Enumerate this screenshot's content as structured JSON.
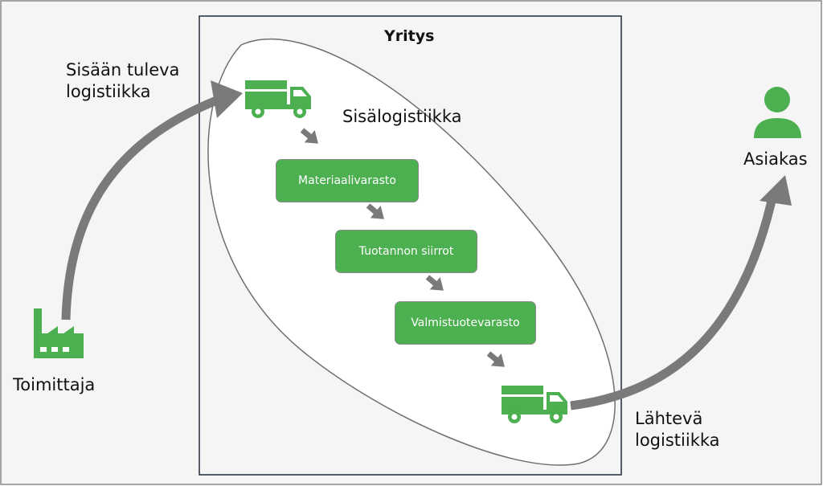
{
  "colors": {
    "background": "#f5f5f5",
    "border": "#888888",
    "company_border": "#1f2d3a",
    "green": "#4caf50",
    "arrow": "#7a7a7a"
  },
  "company": {
    "title": "Yritys"
  },
  "inbound": {
    "line1": "Sisään tuleva",
    "line2": "logistiikka"
  },
  "internal": {
    "label": "Sisälogistiikka"
  },
  "outbound": {
    "line1": "Lähtevä",
    "line2": "logistiikka"
  },
  "supplier": {
    "label": "Toimittaja",
    "icon": "factory-icon"
  },
  "customer": {
    "label": "Asiakas",
    "icon": "person-icon"
  },
  "trucks": {
    "icon": "truck-icon"
  },
  "steps": [
    "Materiaalivarasto",
    "Tuotannon siirrot",
    "Valmistuotevarasto"
  ]
}
